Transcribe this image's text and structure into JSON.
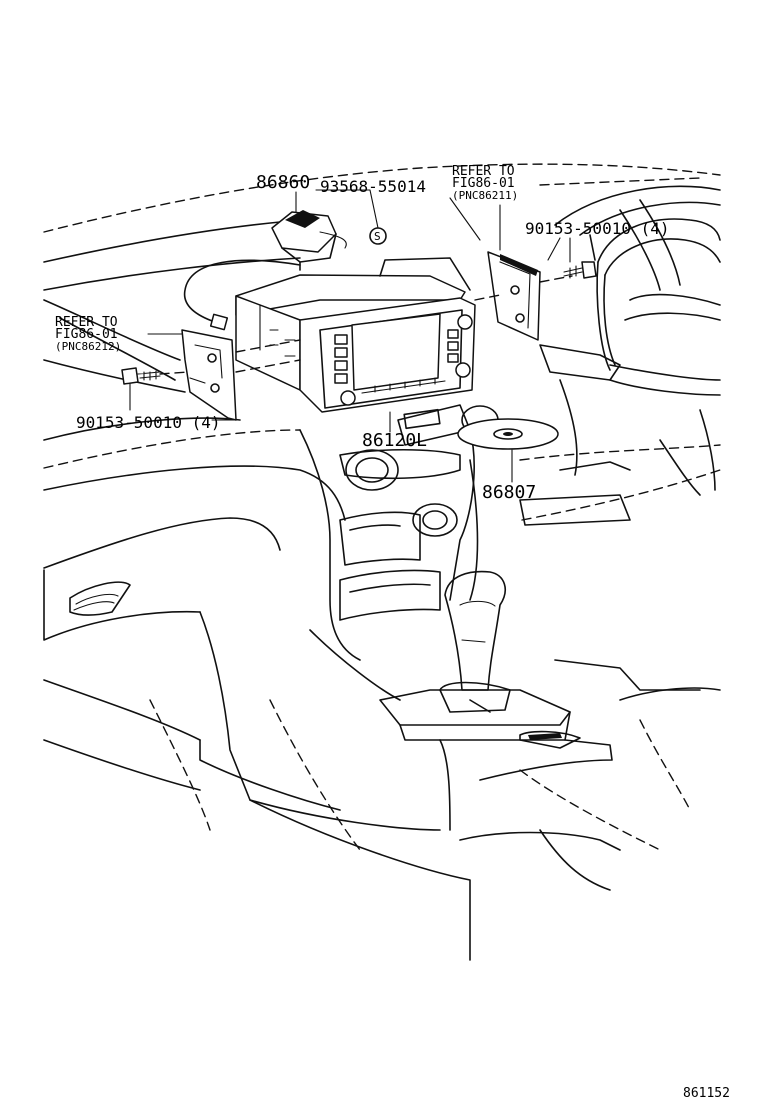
{
  "callouts": {
    "antenna": "86860",
    "screw_top": "93568-55014",
    "refer_right_1": "REFER TO",
    "refer_right_2": "FIG86-01",
    "refer_right_3": "(PNC86211)",
    "bolt_right": "90153-50010 (4)",
    "refer_left_1": "REFER TO",
    "refer_left_2": "FIG86-01",
    "refer_left_3": "(PNC86212)",
    "bolt_left": "90153-50010 (4)",
    "nav_unit": "86120L",
    "disc": "86807",
    "s_mark": "S"
  },
  "figure_id": "861152"
}
